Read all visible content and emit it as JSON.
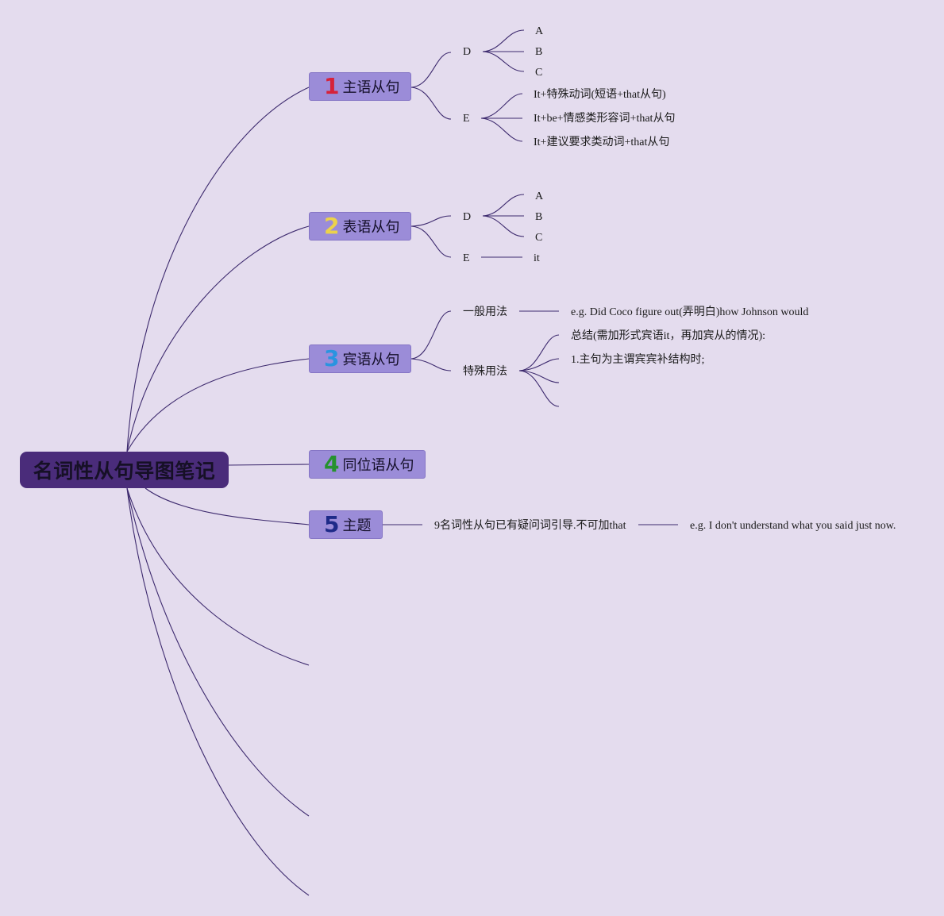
{
  "root": {
    "label": "名词性从句导图笔记"
  },
  "branches": [
    {
      "number": "1",
      "number_color": "#d6223a",
      "label": "主语从句",
      "children": [
        {
          "label": "D",
          "children": [
            "A",
            "B",
            "C"
          ]
        },
        {
          "label": "E",
          "children": [
            "It+特殊动词(短语+that从句)",
            "It+be+情感类形容词+that从句",
            "It+建议要求类动词+that从句"
          ]
        }
      ]
    },
    {
      "number": "2",
      "number_color": "#ecd24a",
      "label": "表语从句",
      "children": [
        {
          "label": "D",
          "children": [
            "A",
            "B",
            "C"
          ]
        },
        {
          "label": "E",
          "children": [
            "it"
          ]
        }
      ]
    },
    {
      "number": "3",
      "number_color": "#2a94e0",
      "label": "宾语从句",
      "children": [
        {
          "label": "一般用法",
          "children": [
            "e.g. Did Coco figure out(弄明白)how Johnson would"
          ]
        },
        {
          "label": "特殊用法",
          "children": [
            "总结(需加形式宾语it，再加宾从的情况):",
            "1.主句为主谓宾宾补结构时;",
            "",
            ""
          ]
        }
      ]
    },
    {
      "number": "4",
      "number_color": "#26922e",
      "label": "同位语从句",
      "children": []
    },
    {
      "number": "5",
      "number_color": "#1e2a88",
      "label": "主题",
      "children": [
        {
          "label": "9名词性从句已有疑问词引导.不可加that",
          "children": [
            "e.g. I don't understand what you said just now."
          ]
        }
      ]
    }
  ]
}
